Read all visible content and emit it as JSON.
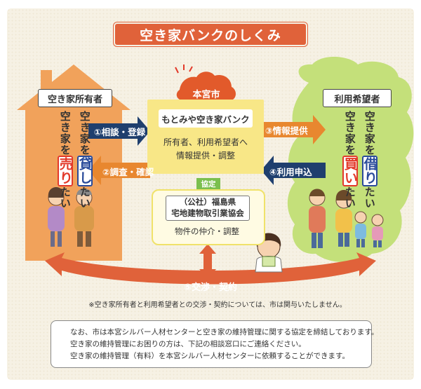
{
  "title": "空き家バンクのしくみ",
  "owner": {
    "label": "空き家所有者",
    "col1_pre": "空き家を",
    "col1_em": "貸し",
    "col1_post": "たい",
    "col2_pre": "空き家を",
    "col2_em": "売り",
    "col2_post": "たい"
  },
  "user": {
    "label": "利用希望者",
    "col1_pre": "空き家を",
    "col1_em": "借り",
    "col1_post": "たい",
    "col2_pre": "空き家を",
    "col2_em": "買い",
    "col2_post": "たい"
  },
  "city": {
    "label": "本宮市",
    "bank_title": "もとみや空き家バンク",
    "desc_line1": "所有者、利用希望者へ",
    "desc_line2": "情報提供・調整"
  },
  "agreement_label": "協定",
  "association": {
    "name_line1": "（公社）福島県",
    "name_line2": "宅地建物取引業協会",
    "desc": "物件の仲介・調整"
  },
  "flows": {
    "step1": "①相談・登録",
    "step2": "②調査・確認",
    "step3": "③情報提供",
    "step4": "④利用申込",
    "step5": "⑤交渉・契約"
  },
  "note": "※空き家所有者と利用希望者との交渉・契約については、市は関与いたしません。",
  "info": {
    "line1": "なお、市は本宮シルバー人材センターと空き家の維持管理に関する協定を締結しております。",
    "line2": "空き家の維持管理にお困りの方は、下記の相談窓口にご連絡ください。",
    "line3": "空き家の維持管理（有料）を本宮シルバー人材センターに依頼することができます。"
  },
  "colors": {
    "title_bg": "#e0623a",
    "house": "#f1a25b",
    "tree": "#c4e07a",
    "center": "#f8e787",
    "navy_arrow": "#1f3f6e",
    "orange_arrow": "#e8872f",
    "exchange_arrow": "#e0623a",
    "agreement": "#7bbf4e"
  }
}
